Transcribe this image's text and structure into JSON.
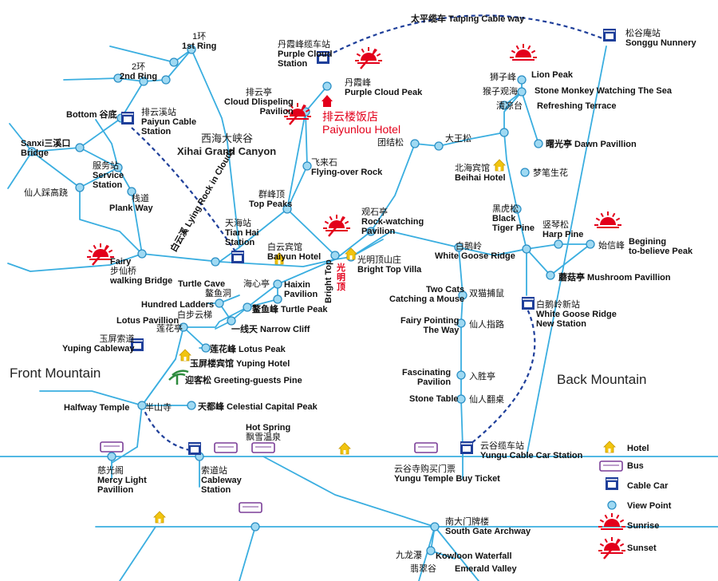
{
  "labels": {
    "cable_way": "太平缆车 Taiping Cable way",
    "songgu_zh": "松谷庵站",
    "songgu_en": "Songgu Nunnery",
    "purple_zh": "丹霞峰缆车站",
    "purple_en1": "Purple Cloud",
    "purple_en2": "Station",
    "ring1_zh": "1环",
    "ring1_en": "1st Ring",
    "ring2_zh": "2环",
    "ring2_en": "2nd Ring",
    "bottom": "Bottom 谷底",
    "paiyun_st_zh": "排云溪站",
    "paiyun_st_en1": "Paiyun Cable",
    "paiyun_st_en2": "Station",
    "danxia_zh": "丹霞峰",
    "danxia_en": "Purple Cloud Peak",
    "paiyunting_zh": "排云亭",
    "paiyunting_en1": "Cloud Dlispeling",
    "paiyunting_en2": "Pavilion",
    "hotel_zh": "排云楼饭店",
    "hotel_en": "Paiyunlou Hotel",
    "canyon_zh": "西海大峡谷",
    "canyon_en": "Xihai Grand Canyon",
    "sanxi": "Sanxi三溪口",
    "sanxi2": "Bridge",
    "service_zh": "服务站",
    "service_en1": "Service",
    "service_en2": "Station",
    "xianren": "仙人踩高跷",
    "plank_zh": "栈道",
    "plank_en": "Plank Way",
    "feilai_zh": "飞来石",
    "feilai_en": "Flying-over Rock",
    "qunfeng_zh": "群峰顶",
    "qunfeng_en": "Top Peaks",
    "tianhai_zh": "天海站",
    "tianhai_en1": "Tian Hai",
    "tianhai_en2": "Station",
    "lying": "白云溪 Lying Rock in Clouds",
    "fairy_zh": "步仙桥",
    "fairy_en1": "Fairy",
    "fairy_en2": "walking Bridge",
    "baiyun_zh": "白云宾馆",
    "baiyun_en": "Baiyun Hotel",
    "bright_top": "Bright Top",
    "bright_top_zh": "光明顶",
    "guanshi_zh": "观石亭",
    "guanshi_en1": "Rock-watching",
    "guanshi_en2": "Pavilion",
    "brighttop_villa_zh": "光明顶山庄",
    "brighttop_villa_en": "Bright Top Villa",
    "tuanjie": "团结松",
    "dawang": "大王松",
    "beihai_zh": "北海宾馆",
    "beihai_en": "Beihai Hotel",
    "shizi": "狮子峰",
    "lion": "Lion Peak",
    "houzi": "猴子观海",
    "monkey": "Stone Monkey Watching The Sea",
    "qingliang": "清凉台",
    "refreshing": "Refreshing Terrace",
    "shuguang": "曙光亭 Dawn Pavillion",
    "mengbi": "梦笔生花",
    "heihu_zh": "黑虎松",
    "heihu_en1": "Black",
    "heihu_en2": "Tiger Pine",
    "shuqin_zh": "竖琴松",
    "shuqin_en": "Harp Pine",
    "shixin_zh": "始信峰",
    "shixin_en1": "Begining",
    "shixin_en2": "to-believe Peak",
    "baie_zh": "白鹅岭",
    "baie_en": "White Goose Ridge",
    "mogu": "蘑菇亭 Mushroom Pavillion",
    "turtle_cave_en": "Turtle Cave",
    "turtle_cave_zh": "鳌鱼洞",
    "haixin_zh": "海心亭",
    "haixin_en1": "Haixin",
    "haixin_en2": "Pavilion",
    "hundred": "Hundred Ladders",
    "baibu": "白步云梯",
    "aoyu": "鳌鱼峰 Turtle Peak",
    "lotus_pav": "Lotus Pavillion",
    "lianhua_ting": "莲花亭",
    "yixian": "一线天 Narrow Cliff",
    "twocats_en1": "Two Cats",
    "twocats_en2": "Catching a Mouse",
    "twocats_zh": "双猫捕鼠",
    "fairypoint_en1": "Fairy Pointing",
    "fairypoint_en2": "The Way",
    "fairypoint_zh": "仙人指路",
    "baie_new_zh": "白鹅岭新站",
    "baie_new_en1": "White Goose Ridge",
    "baie_new_en2": "New Station",
    "yuping_zh": "玉屏索道",
    "yuping_en": "Yuping Cableway",
    "lotus_peak": "莲花峰 Lotus Peak",
    "yuping_hotel": "玉屏楼宾馆 Yuping Hotel",
    "greeting": "迎客松 Greeting-guests Pine",
    "fascinating_en1": "Fascinating",
    "fascinating_en2": "Pavilion",
    "fascinating_zh": "入胜亭",
    "front_mountain": "Front Mountain",
    "back_mountain": "Back Mountain",
    "stone_table": "Stone Table",
    "stone_table_zh": "仙人翻桌",
    "halfway_en": "Halfway Temple",
    "halfway_zh": "半山寺",
    "tiandu": "天都峰 Celestial Capital Peak",
    "hotspring_en": "Hot Spring",
    "hotspring_zh": "飘雪温泉",
    "yungu_zh": "云谷缆车站",
    "yungu_en": "Yungu Cable Car Station",
    "ciguang_zh": "慈光阁",
    "ciguang_en1": "Mercy Light",
    "ciguang_en2": "Pavillion",
    "suodao_zh": "索道站",
    "suodao_en1": "Cableway",
    "suodao_en2": "Station",
    "yungusi_zh": "云谷寺购买门票",
    "yungusi_en": "Yungu Temple Buy Ticket",
    "southgate_zh": "南大门牌楼",
    "southgate_en": "South Gate Archway",
    "jiulong": "九龙瀑",
    "kowloon": "Kowloon Waterfall",
    "feicui": "翡翠谷",
    "emerald": "Emerald Valley"
  },
  "legend": [
    {
      "icon": "hotel-icon",
      "label": "Hotel"
    },
    {
      "icon": "bus-icon",
      "label": "Bus"
    },
    {
      "icon": "cable-car-icon",
      "label": "Cable Car"
    },
    {
      "icon": "view-point-icon",
      "label": "View Point"
    },
    {
      "icon": "sunrise-icon",
      "label": "Sunrise"
    },
    {
      "icon": "sunset-icon",
      "label": "Sunset"
    }
  ],
  "colors": {
    "route": "#3aaee0",
    "cable": "#1f3f9a",
    "point_fill": "#9fd9f2",
    "point_stroke": "#2a8fc5",
    "hotel": "#f1c40f",
    "bus": "#7b3f98",
    "sun": "#e3001b"
  }
}
